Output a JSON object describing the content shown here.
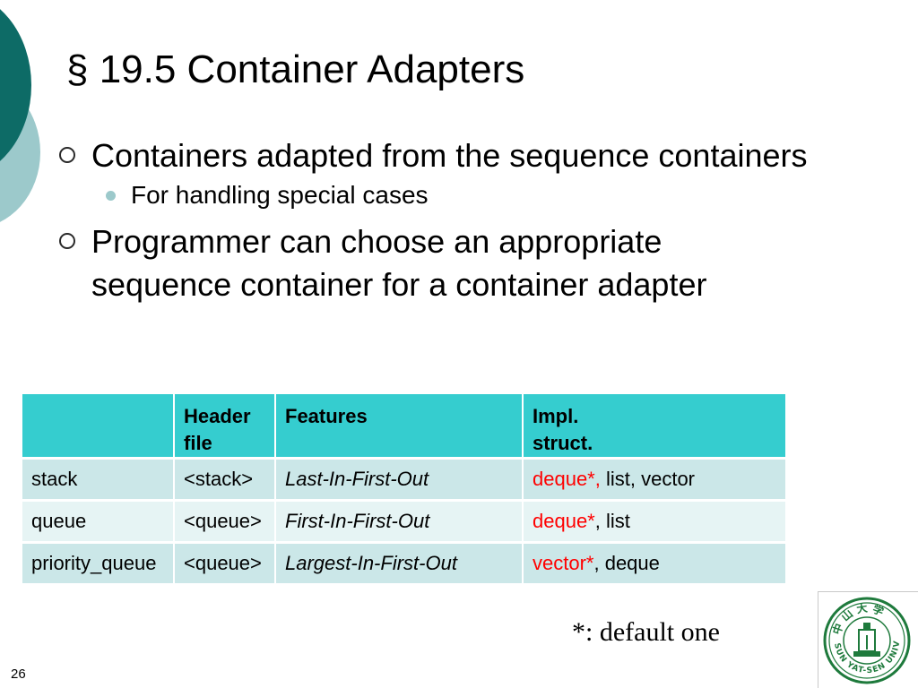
{
  "slide": {
    "title": "§ 19.5 Container Adapters",
    "bullets": [
      {
        "text": "Containers adapted from the sequence containers",
        "subbullets": [
          "For handling special cases"
        ]
      },
      {
        "text": "Programmer can choose an appropriate sequence container for a container adapter",
        "line1": "Programmer can choose an appropriate",
        "line2": "sequence container for a container adapter"
      }
    ],
    "table": {
      "headers": [
        "",
        "Header file",
        "Features",
        "Impl. struct."
      ],
      "header_lines": [
        [
          ""
        ],
        [
          "Header",
          "file"
        ],
        [
          "Features"
        ],
        [
          "Impl.",
          "struct."
        ]
      ],
      "rows": [
        {
          "name": "stack",
          "header": "<stack>",
          "features": "Last-In-First-Out",
          "impl_default": "deque*",
          "impl_default_sep": ",",
          "impl_rest": " list, vector"
        },
        {
          "name": "queue",
          "header": "<queue>",
          "features": "First-In-First-Out",
          "impl_default": "deque*",
          "impl_default_sep": "",
          "impl_rest": ", list"
        },
        {
          "name": "priority_queue",
          "header": "<queue>",
          "features": "Largest-In-First-Out",
          "impl_default": "vector*",
          "impl_default_sep": "",
          "impl_rest": ", deque"
        }
      ]
    },
    "footnote": "*: default one",
    "page_number": "26",
    "logo": {
      "chars": [
        "中",
        "山",
        "大",
        "学"
      ],
      "ring_text": "SUN YAT-SEN UNIVERSITY",
      "color": "#1e7a3c"
    },
    "colors": {
      "header_bg": "#35cdcf",
      "row_odd": "#cbe7e8",
      "row_even": "#e6f4f4",
      "highlight": "#ff0000",
      "deco_dark": "#0d6b66",
      "deco_light": "#9cc9cb"
    }
  }
}
